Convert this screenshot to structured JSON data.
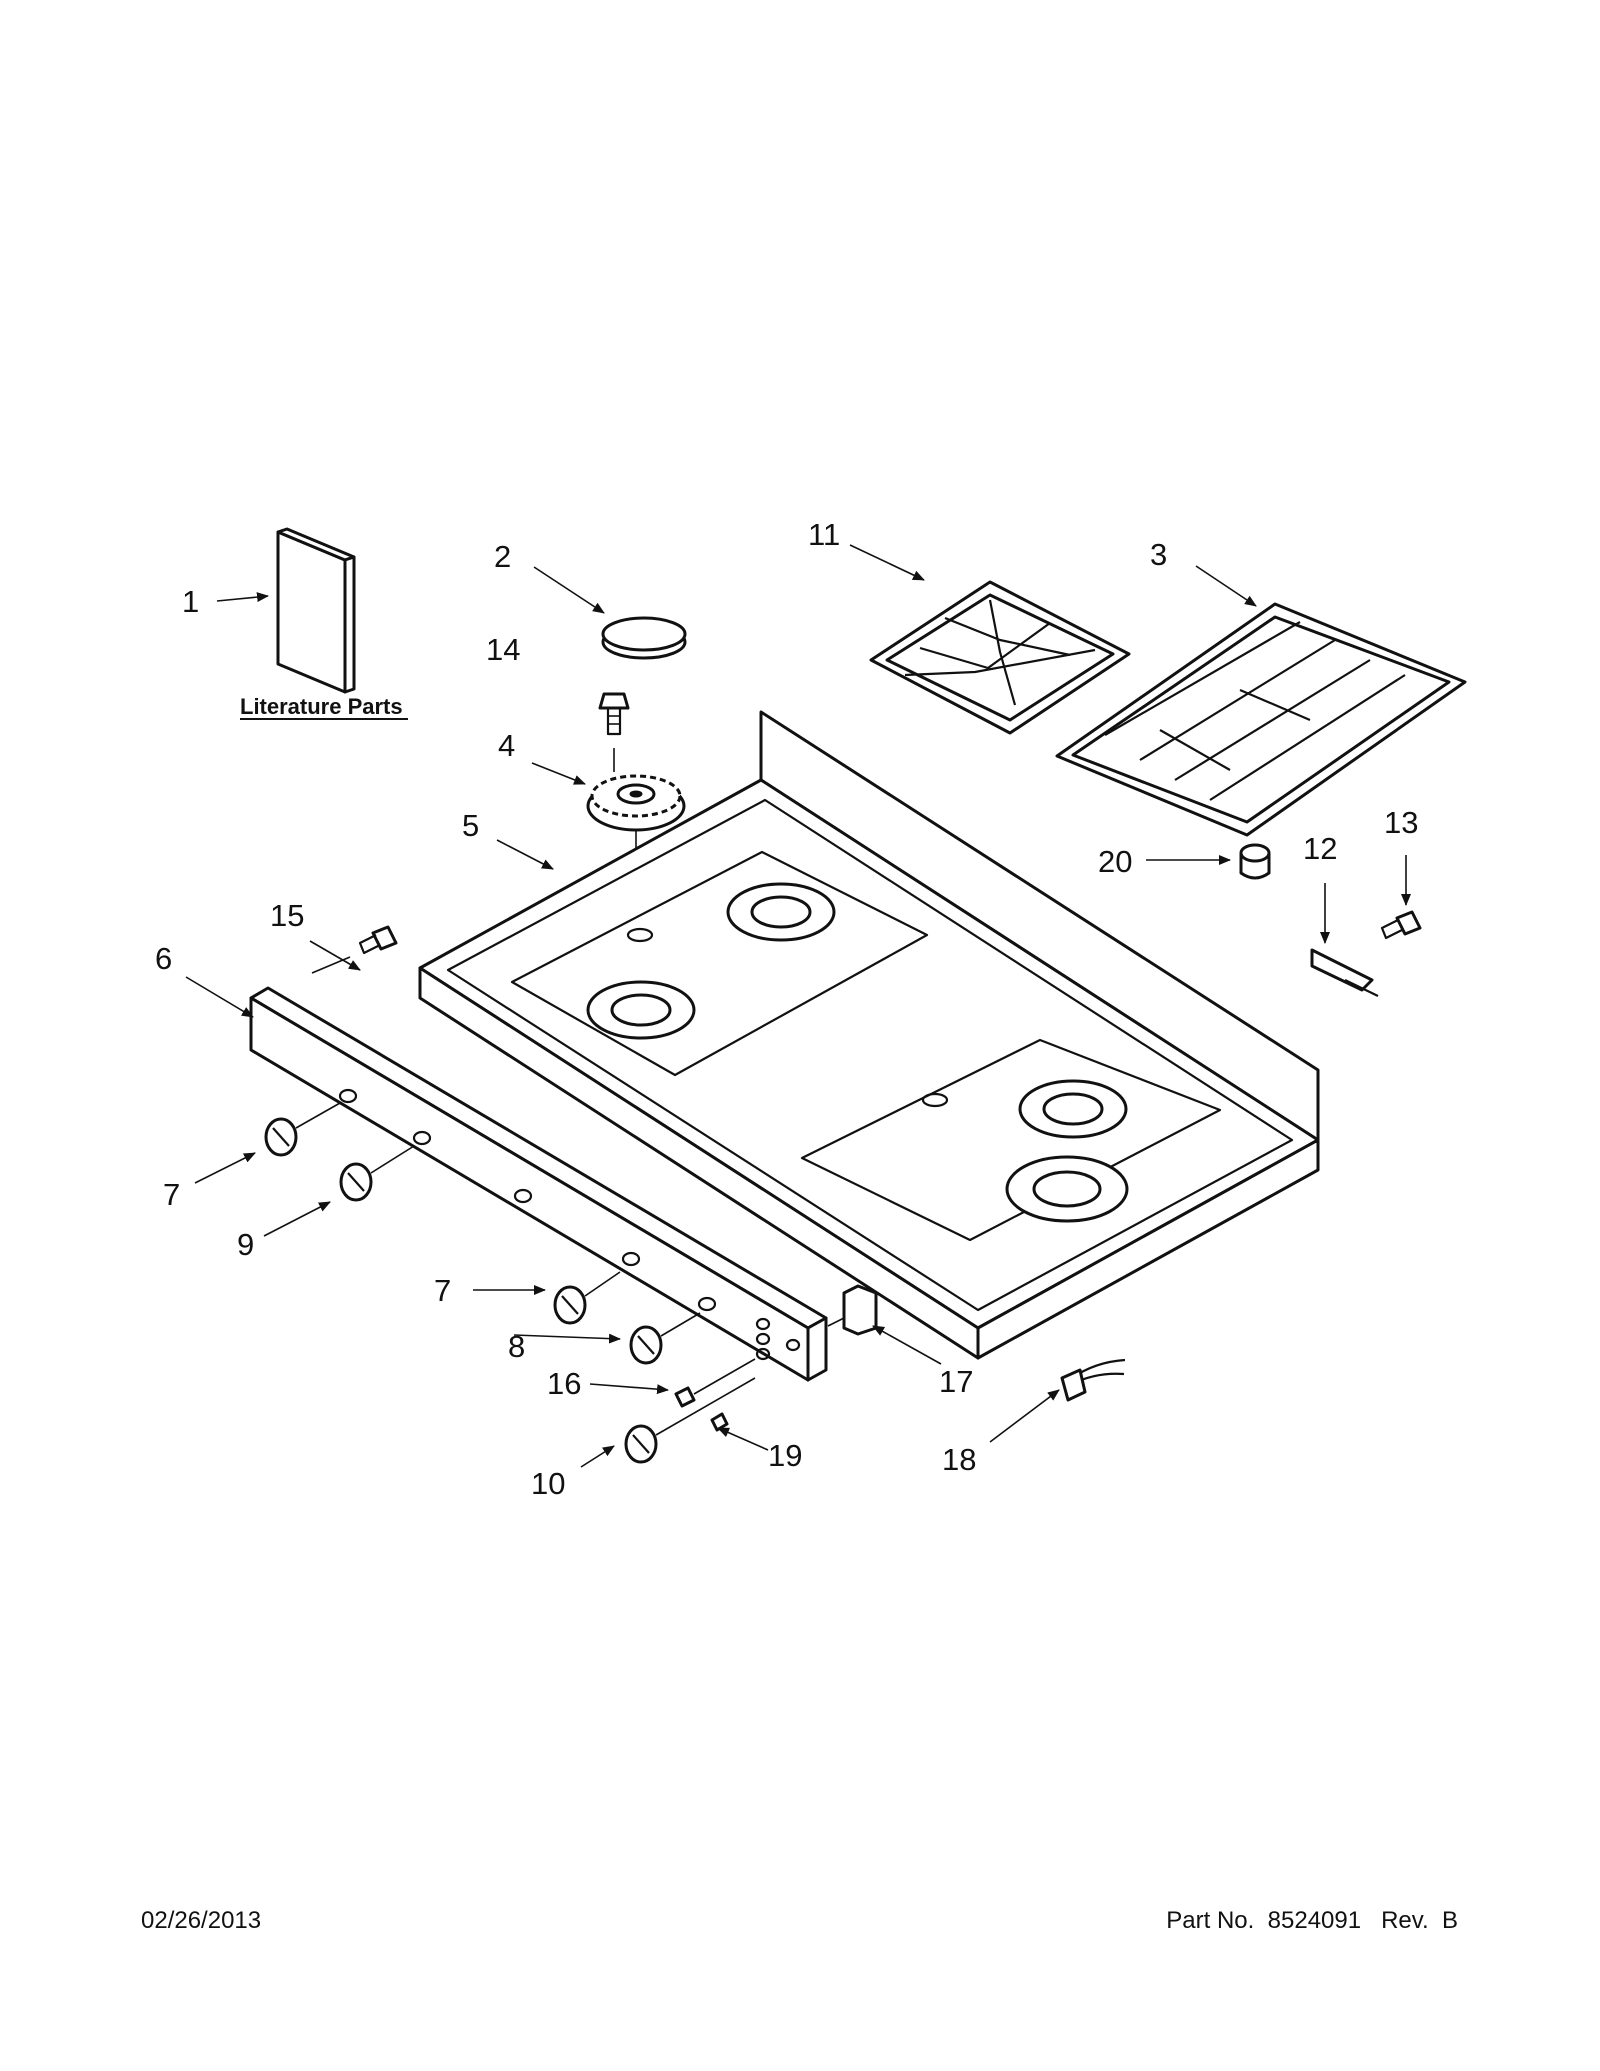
{
  "literature_label": "Literature Parts",
  "callouts": {
    "c1": "1",
    "c2": "2",
    "c3": "3",
    "c4": "4",
    "c5": "5",
    "c6": "6",
    "c7a": "7",
    "c7b": "7",
    "c8": "8",
    "c9": "9",
    "c10": "10",
    "c11": "11",
    "c12": "12",
    "c13": "13",
    "c14": "14",
    "c15": "15",
    "c16": "16",
    "c17": "17",
    "c18": "18",
    "c19": "19",
    "c20": "20"
  },
  "footer": {
    "date": "02/26/2013",
    "part_number": "Part No.  8524091   Rev.  B"
  }
}
